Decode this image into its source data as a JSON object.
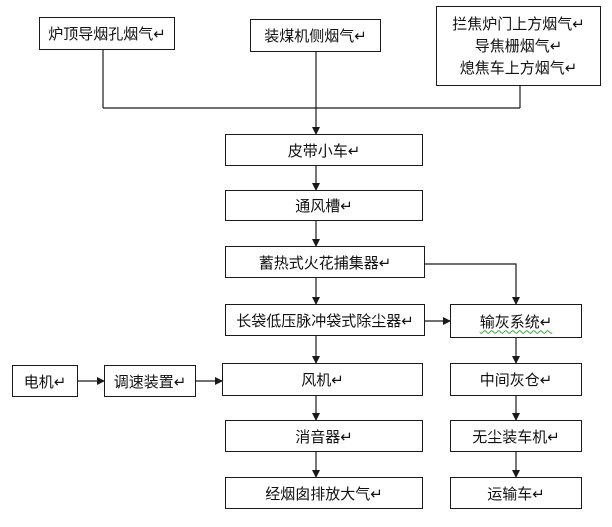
{
  "diagram": {
    "line_color": "#1a1a1a",
    "nodes": {
      "furnace_top": "炉顶导烟孔烟气↵",
      "coal_side": "装煤机侧烟气↵",
      "upper_right": [
        "拦焦炉门上方烟气↵",
        "导焦栅烟气↵",
        "熄焦车上方烟气↵"
      ],
      "belt_cart": "皮带小车↵",
      "vent_channel": "通风槽↵",
      "spark_trap": "蓄热式火花捕集器↵",
      "bag_filter": "长袋低压脉冲袋式除尘器↵",
      "fan": "风机↵",
      "silencer": "消音器↵",
      "chimney": "经烟囱排放大气↵",
      "motor": "电机↵",
      "speed_ctrl": "调速装置↵",
      "ash_system": "输灰系统↵",
      "mid_silo": "中间灰仓↵",
      "dustless_loader": "无尘装车机↵",
      "transport": "运输车↵"
    }
  }
}
